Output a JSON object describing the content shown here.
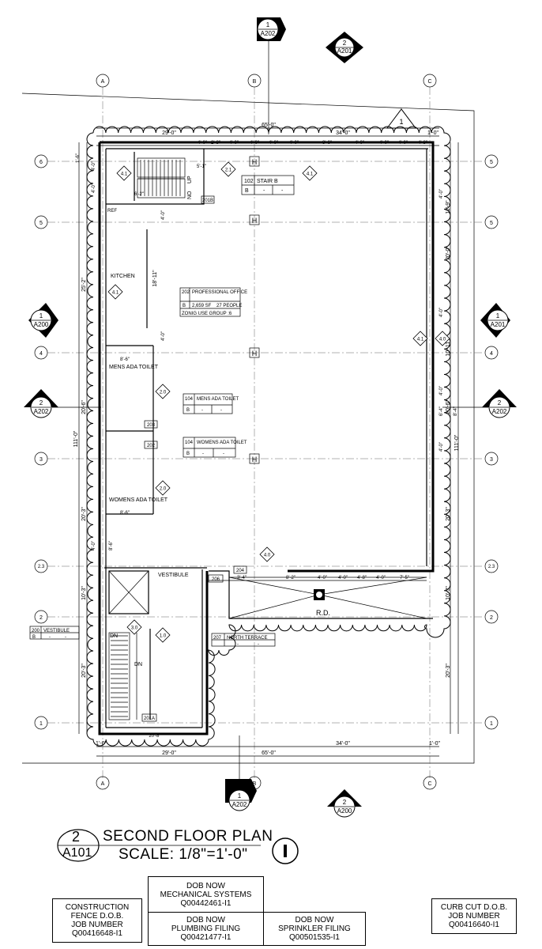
{
  "grid_columns": [
    "A",
    "B",
    "C"
  ],
  "grid_rows_left": [
    "6",
    "5",
    "4",
    "3",
    "2.3",
    "2",
    "1"
  ],
  "grid_rows_right": [
    "5",
    "5",
    "4",
    "3",
    "2.3",
    "2",
    "1"
  ],
  "section_markers": {
    "top_1": {
      "num": "1",
      "sheet": "A202"
    },
    "top_2": {
      "num": "2",
      "sheet": "A201"
    },
    "left_1": {
      "num": "1",
      "sheet": "A200"
    },
    "left_2": {
      "num": "2",
      "sheet": "A202"
    },
    "right_1": {
      "num": "1",
      "sheet": "A201"
    },
    "right_2": {
      "num": "2",
      "sheet": "A202"
    },
    "bottom_1": {
      "num": "1",
      "sheet": "A202"
    },
    "bottom_2": {
      "num": "2",
      "sheet": "A200"
    }
  },
  "revision_tag": "1",
  "dimensions": {
    "top_overall": "65'-0\"",
    "top_left": "29'-0\"",
    "top_right": "34'-0\"",
    "top_edge": "1'-0\"",
    "top_edge_left": "1'-6\"",
    "top_segments": [
      "4'-0\"",
      "2'-8\"",
      "4'-0\"",
      "4'-0\"",
      "4'-0\"",
      "4'-0\"",
      "8'-6\"",
      "4'-0\"",
      "4'-0\"",
      "4'-0\"",
      "4'-8\""
    ],
    "left_overall": "111'-0\"",
    "left_segments": [
      "25'-2\"",
      "20'-6\"",
      "20'-3\"",
      "10'-3\"",
      "20'-3\""
    ],
    "left_small": [
      "4'-0\"",
      "4'-0\"",
      "4'-0\"",
      "8'-6\""
    ],
    "right_overall": "111'-0\"",
    "right_segments": [
      "11'-9\"",
      "20'-0\"",
      "10'-11\"",
      "20'-6\"",
      "20'-3\"",
      "10'-3\"",
      "20'-3\""
    ],
    "right_small": [
      "4'-0\"",
      "4'-0\"",
      "4'-0\"",
      "4'-0\"",
      "6'-4\"",
      "8'-4\""
    ],
    "bottom_overall": "65'-0\"",
    "bottom_left": "29'-0\"",
    "bottom_right": "34'-0\"",
    "bottom_edge": "1'-0\"",
    "bottom_edge_right": "1'-0\"",
    "stair_width": "6'-2\"",
    "stair_dim": "5'-1\"",
    "kitchen_dim": "18'-11\"",
    "corridor_dim": "4'-0\"",
    "mens_dim": "8'-6\"",
    "womens_dim": "8'-6\"",
    "vestibule_dim": "20'-8\"",
    "terrace_segments": [
      "3'-4\"",
      "8'-2\"",
      "4'-0\"",
      "4'-0\"",
      "4'-8\"",
      "4'-0\"",
      "7'-5\""
    ]
  },
  "rooms": {
    "stair_b": {
      "num": "102",
      "name": "STAIR B",
      "b": "B",
      "c1": "-",
      "c2": "-"
    },
    "office": {
      "num": "202",
      "name": "PROFESSIONAL OFFICE",
      "b": "B",
      "area": "2,659 SF",
      "people": "27 PEOPLE",
      "zoning": "ZONIG USE GROUP :6"
    },
    "mens": {
      "num": "104",
      "name": "MENS ADA TOILET",
      "b": "B",
      "c1": "-",
      "c2": "-"
    },
    "womens": {
      "num": "104",
      "name": "WOMENS ADA TOILET",
      "b": "B",
      "c1": "-",
      "c2": "-"
    },
    "vestibule_tag": {
      "num": "200",
      "name": "VESTIBULE",
      "b": "B",
      "c1": "-",
      "c2": "-"
    },
    "terrace": {
      "num": "207",
      "name": "NORTH TERRACE",
      "c1": "-",
      "c2": "-"
    }
  },
  "labels": {
    "kitchen": "KITCHEN",
    "mens_room": "MENS ADA TOILET",
    "womens_room": "WOMENS ADA TOILET",
    "vestibule": "VESTIBULE",
    "roof_drain": "R.D.",
    "up": "UP",
    "down": "DN",
    "ref": "REF",
    "dn": "DN",
    "door_203": "203",
    "door_202": "202",
    "door_201b": "201B",
    "door_204": "204",
    "door_206": "206",
    "door_201a": "201A",
    "door_a": "1.0",
    "stair_up": "UP",
    "stair_no": "NO"
  },
  "keynotes": [
    "4.1",
    "4.1",
    "4.1",
    "4.1",
    "2.1",
    "2.0",
    "2.0",
    "3.0",
    "1.0",
    "4.0",
    "4.0"
  ],
  "title": {
    "detail_num": "2",
    "sheet": "A101",
    "name": "SECOND FLOOR PLAN",
    "scale": "SCALE: 1/8\"=1'-0\""
  },
  "info_boxes": {
    "mechanical": [
      "DOB NOW",
      "MECHANICAL SYSTEMS",
      "Q00442461-I1"
    ],
    "fence": [
      "CONSTRUCTION",
      "FENCE D.O.B.",
      "JOB NUMBER",
      "Q00416648-I1"
    ],
    "plumbing": [
      "DOB NOW",
      "PLUMBING FILING",
      "Q00421477-I1"
    ],
    "sprinkler": [
      "DOB NOW",
      "SPRINKLER FILING",
      "Q00501535-I1"
    ],
    "curb": [
      "CURB CUT D.O.B.",
      "JOB NUMBER",
      "Q00416640-I1"
    ]
  }
}
